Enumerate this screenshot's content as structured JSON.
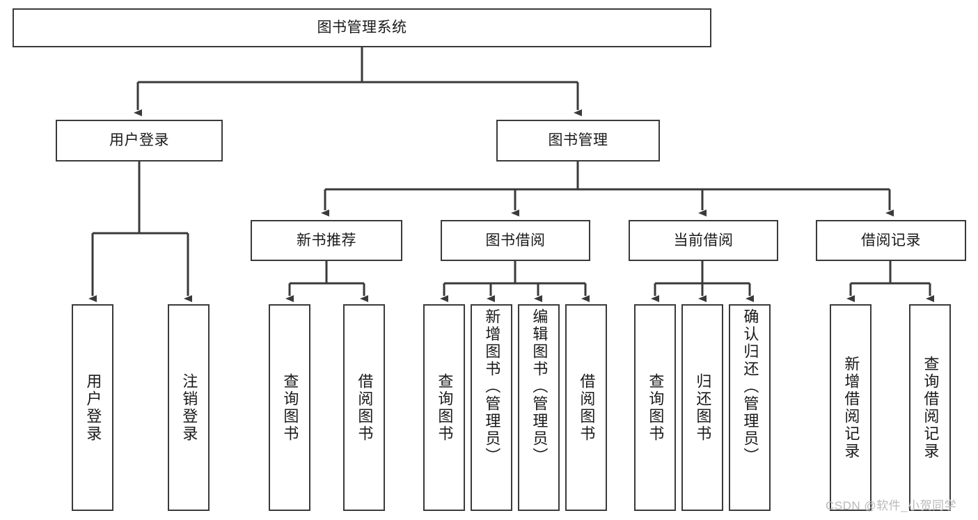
{
  "diagram": {
    "type": "tree-hierarchy",
    "title": "图书管理系统",
    "root": {
      "id": "root",
      "label": "图书管理系统"
    },
    "level2": [
      {
        "id": "user-login",
        "label": "用户登录"
      },
      {
        "id": "book-management",
        "label": "图书管理"
      }
    ],
    "level3": [
      {
        "id": "new-book-recommend",
        "label": "新书推荐",
        "parent": "book-management"
      },
      {
        "id": "book-borrow",
        "label": "图书借阅",
        "parent": "book-management"
      },
      {
        "id": "current-borrow",
        "label": "当前借阅",
        "parent": "book-management"
      },
      {
        "id": "borrow-record",
        "label": "借阅记录",
        "parent": "book-management"
      }
    ],
    "leaves": [
      {
        "id": "leaf-user-login",
        "label": "用户登录",
        "parent": "user-login"
      },
      {
        "id": "leaf-logout-login",
        "label": "注销登录",
        "parent": "user-login"
      },
      {
        "id": "leaf-query-book-1",
        "label": "查询图书",
        "parent": "new-book-recommend"
      },
      {
        "id": "leaf-borrow-book-1",
        "label": "借阅图书",
        "parent": "new-book-recommend"
      },
      {
        "id": "leaf-query-book-2",
        "label": "查询图书",
        "parent": "book-borrow"
      },
      {
        "id": "leaf-add-book-admin",
        "label": "新增图书（管理员）",
        "parent": "book-borrow"
      },
      {
        "id": "leaf-edit-book-admin",
        "label": "编辑图书（管理员）",
        "parent": "book-borrow"
      },
      {
        "id": "leaf-borrow-book-2",
        "label": "借阅图书",
        "parent": "book-borrow"
      },
      {
        "id": "leaf-query-book-3",
        "label": "查询图书",
        "parent": "current-borrow"
      },
      {
        "id": "leaf-return-book",
        "label": "归还图书",
        "parent": "current-borrow"
      },
      {
        "id": "leaf-confirm-return-admin",
        "label": "确认归还（管理员）",
        "parent": "current-borrow"
      },
      {
        "id": "leaf-add-borrow-record",
        "label": "新增借阅记录",
        "parent": "borrow-record"
      },
      {
        "id": "leaf-query-borrow-record",
        "label": "查询借阅记录",
        "parent": "borrow-record"
      }
    ],
    "watermark": "CSDN @软件_小贺同学",
    "colors": {
      "border": "#3a3a3a",
      "background": "#ffffff",
      "text": "#1a1a1a",
      "connector": "#3a3a3a",
      "watermark": "#b9b9b9"
    }
  }
}
